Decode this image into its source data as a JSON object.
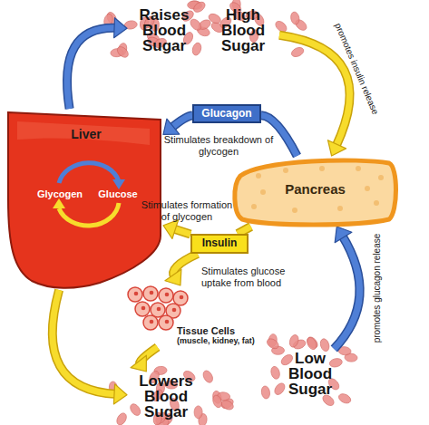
{
  "diagram": {
    "nodes": [
      {
        "text": [
          "Raises Blood Sugar"
        ]
      },
      {
        "text": [
          "High Blood Sugar"
        ]
      },
      {
        "text": [
          "Liver",
          "Glycogen",
          "Glucose"
        ]
      },
      {
        "text": [
          "Glucagon"
        ]
      },
      {
        "text": [
          "Pancreas"
        ]
      },
      {
        "text": [
          "Insulin"
        ]
      },
      {
        "text": [
          "Tissue Cells",
          "(muscle, kidney, fat)"
        ]
      },
      {
        "text": [
          "Low Blood Sugar"
        ]
      },
      {
        "text": [
          "Lowers Blood Sugar"
        ]
      }
    ],
    "edges": [
      {
        "from": 1,
        "to": 4,
        "arrow": "to",
        "label": "promotes insulin release"
      },
      {
        "from": 7,
        "to": 4,
        "arrow": "to",
        "label": "promotes glucagon release"
      },
      {
        "from": 4,
        "to": 3,
        "arrow": "none"
      },
      {
        "from": 3,
        "to": 2,
        "arrow": "to",
        "label": "Stimulates breakdown of glycogen"
      },
      {
        "from": 4,
        "to": 5,
        "arrow": "none"
      },
      {
        "from": 5,
        "to": 2,
        "arrow": "to",
        "label": "Stimulates formation of glycogen"
      },
      {
        "from": 5,
        "to": 6,
        "arrow": "to",
        "label": "Stimulates glucose uptake from blood"
      },
      {
        "from": 2,
        "to": 0,
        "arrow": "to"
      },
      {
        "from": 2,
        "to": 8,
        "arrow": "to"
      },
      {
        "from": 6,
        "to": 8,
        "arrow": "to"
      }
    ]
  }
}
